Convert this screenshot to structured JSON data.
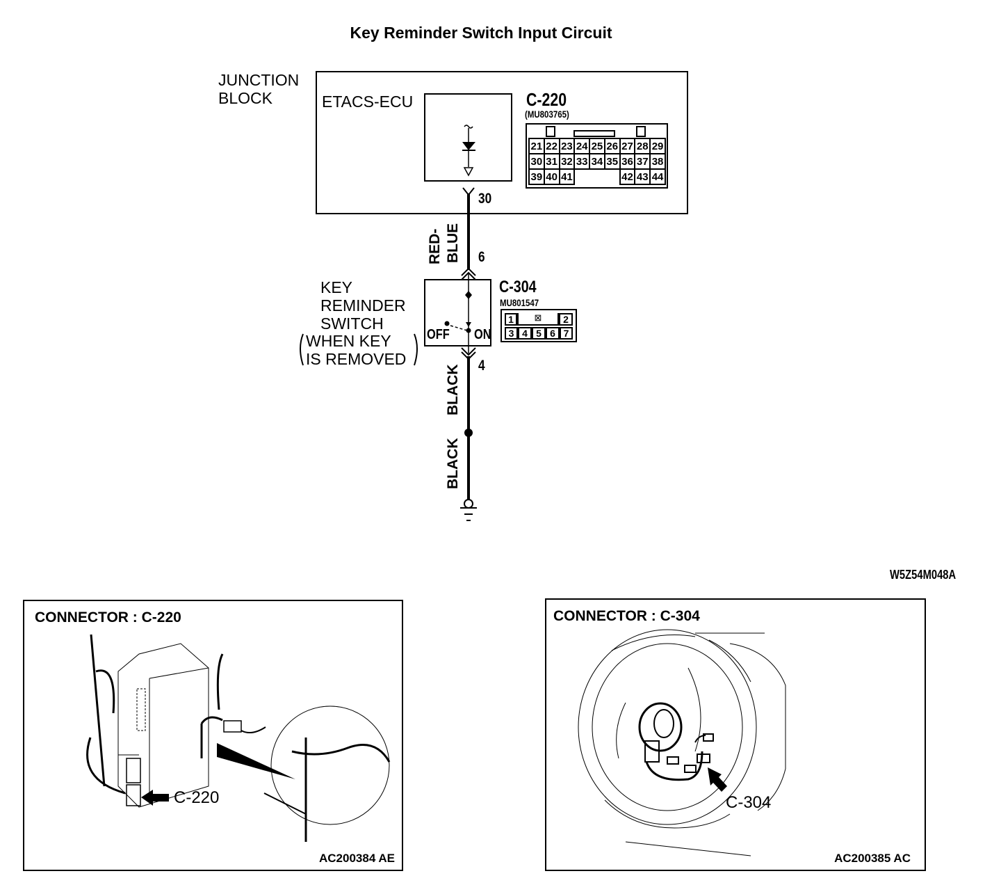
{
  "title": "Key Reminder Switch Input Circuit",
  "junction_block": {
    "label_line1": "JUNCTION",
    "label_line2": "BLOCK",
    "ecu_label": "ETACS-ECU",
    "output_pin": "30"
  },
  "connector_c220": {
    "name": "C-220",
    "part_number": "(MU803765)",
    "rows": [
      [
        "21",
        "22",
        "23",
        "24",
        "25",
        "26",
        "27",
        "28",
        "29"
      ],
      [
        "30",
        "31",
        "32",
        "33",
        "34",
        "35",
        "36",
        "37",
        "38"
      ],
      [
        "39",
        "40",
        "41",
        "",
        "",
        "",
        "42",
        "43",
        "44"
      ]
    ]
  },
  "wires": {
    "upper_color_line1": "RED-",
    "upper_color_line2": "BLUE",
    "lower_color_a": "BLACK",
    "lower_color_b": "BLACK"
  },
  "switch": {
    "label_line1": "KEY",
    "label_line2": "REMINDER",
    "label_line3": "SWITCH",
    "label_line4": "WHEN KEY",
    "label_line5": "IS REMOVED",
    "off_label": "OFF",
    "on_label": "ON",
    "input_pin": "6",
    "output_pin": "4"
  },
  "connector_c304": {
    "name": "C-304",
    "part_number": "MU801547",
    "top_row": [
      "1",
      "2"
    ],
    "bottom_row": [
      "3",
      "4",
      "5",
      "6",
      "7"
    ]
  },
  "diagram_code": "W5Z54M048A",
  "panels": [
    {
      "title": "CONNECTOR : C-220",
      "callout": "C-220",
      "figure_code": "AC200384 AE"
    },
    {
      "title": "CONNECTOR : C-304",
      "callout": "C-304",
      "figure_code": "AC200385 AC"
    }
  ]
}
